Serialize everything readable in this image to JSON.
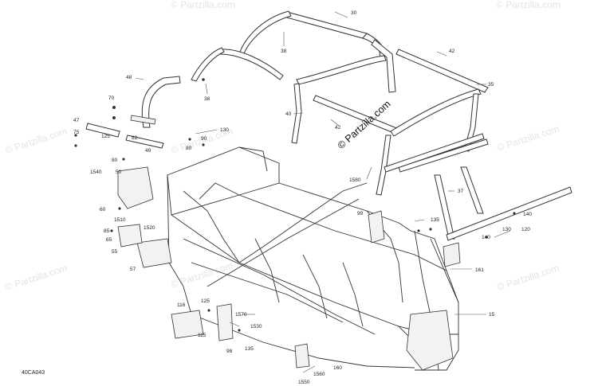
{
  "diagram": {
    "figure_code": "40CA043",
    "copyright": "© Partzilla.com",
    "watermark": "© Partzilla.com",
    "callouts": [
      {
        "id": "c30",
        "text": "30"
      },
      {
        "id": "c38a",
        "text": "38"
      },
      {
        "id": "c38b",
        "text": "38"
      },
      {
        "id": "c42a",
        "text": "42"
      },
      {
        "id": "c42b",
        "text": "42"
      },
      {
        "id": "c35",
        "text": "35"
      },
      {
        "id": "c40",
        "text": "40"
      },
      {
        "id": "c48",
        "text": "48"
      },
      {
        "id": "c70",
        "text": "70"
      },
      {
        "id": "c47",
        "text": "47"
      },
      {
        "id": "c75",
        "text": "75"
      },
      {
        "id": "c125a",
        "text": "125"
      },
      {
        "id": "c130a",
        "text": "130"
      },
      {
        "id": "c82",
        "text": "82"
      },
      {
        "id": "c49",
        "text": "49"
      },
      {
        "id": "c80a",
        "text": "80"
      },
      {
        "id": "c80b",
        "text": "80"
      },
      {
        "id": "c90",
        "text": "90"
      },
      {
        "id": "c1540",
        "text": "1540"
      },
      {
        "id": "c50",
        "text": "50"
      },
      {
        "id": "c60",
        "text": "60"
      },
      {
        "id": "c1510",
        "text": "1510"
      },
      {
        "id": "c1520",
        "text": "1520"
      },
      {
        "id": "c85",
        "text": "85"
      },
      {
        "id": "c65",
        "text": "65"
      },
      {
        "id": "c55",
        "text": "55"
      },
      {
        "id": "c57",
        "text": "57"
      },
      {
        "id": "c1580",
        "text": "1580"
      },
      {
        "id": "c37",
        "text": "37"
      },
      {
        "id": "c99",
        "text": "99"
      },
      {
        "id": "c135a",
        "text": "135"
      },
      {
        "id": "c140a",
        "text": "140"
      },
      {
        "id": "c130b",
        "text": "130"
      },
      {
        "id": "c120",
        "text": "120"
      },
      {
        "id": "c140b",
        "text": "140"
      },
      {
        "id": "c161",
        "text": "161"
      },
      {
        "id": "c15",
        "text": "15"
      },
      {
        "id": "c116",
        "text": "116"
      },
      {
        "id": "c125b",
        "text": "125"
      },
      {
        "id": "c1570",
        "text": "1570"
      },
      {
        "id": "c1530",
        "text": "1530"
      },
      {
        "id": "c115",
        "text": "115"
      },
      {
        "id": "c98",
        "text": "98"
      },
      {
        "id": "c135b",
        "text": "135"
      },
      {
        "id": "c160",
        "text": "160"
      },
      {
        "id": "c1560",
        "text": "1560"
      },
      {
        "id": "c1550",
        "text": "1550"
      }
    ]
  }
}
